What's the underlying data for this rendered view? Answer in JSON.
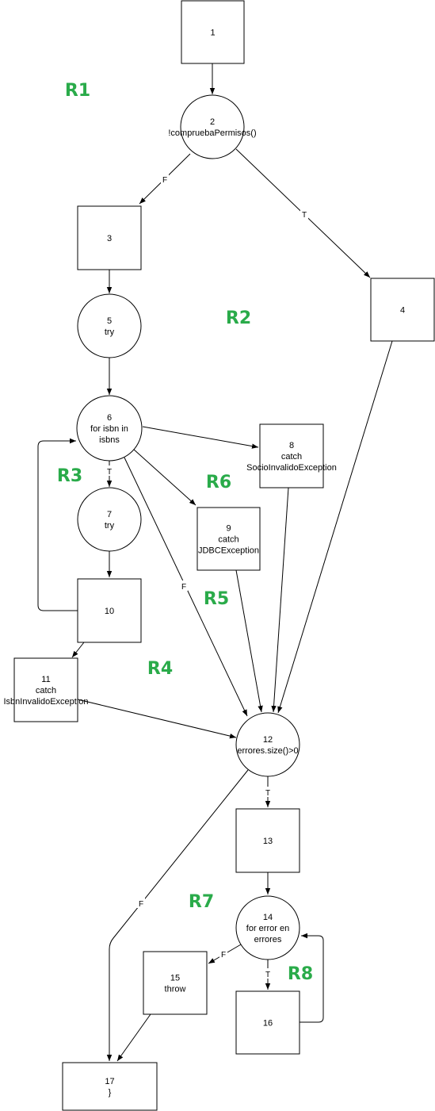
{
  "colors": {
    "region": "#2aab4a",
    "stroke": "#000000",
    "fill": "#ffffff"
  },
  "nodes": [
    {
      "id": "n1",
      "shape": "rect",
      "lines": [
        "1"
      ]
    },
    {
      "id": "n2",
      "shape": "circle",
      "lines": [
        "2",
        "!compruebaPermisos()"
      ]
    },
    {
      "id": "n3",
      "shape": "rect",
      "lines": [
        "3"
      ]
    },
    {
      "id": "n4",
      "shape": "rect",
      "lines": [
        "4"
      ]
    },
    {
      "id": "n5",
      "shape": "circle",
      "lines": [
        "5",
        "try"
      ]
    },
    {
      "id": "n6",
      "shape": "circle",
      "lines": [
        "6",
        "for isbn in",
        "isbns"
      ]
    },
    {
      "id": "n7",
      "shape": "circle",
      "lines": [
        "7",
        "try"
      ]
    },
    {
      "id": "n8",
      "shape": "rect",
      "lines": [
        "8",
        "catch",
        "SocioInvalidoException"
      ]
    },
    {
      "id": "n9",
      "shape": "rect",
      "lines": [
        "9",
        "catch",
        "JDBCException"
      ]
    },
    {
      "id": "n10",
      "shape": "rect",
      "lines": [
        "10"
      ]
    },
    {
      "id": "n11",
      "shape": "rect",
      "lines": [
        "11",
        "catch",
        "IsbnInvalidoException"
      ]
    },
    {
      "id": "n12",
      "shape": "circle",
      "lines": [
        "12",
        "errores.size()>0"
      ]
    },
    {
      "id": "n13",
      "shape": "rect",
      "lines": [
        "13"
      ]
    },
    {
      "id": "n14",
      "shape": "circle",
      "lines": [
        "14",
        "for error en",
        "errores"
      ]
    },
    {
      "id": "n15",
      "shape": "rect",
      "lines": [
        "15",
        "throw"
      ]
    },
    {
      "id": "n16",
      "shape": "rect",
      "lines": [
        "16"
      ]
    },
    {
      "id": "n17",
      "shape": "rect",
      "lines": [
        "17",
        "}"
      ]
    }
  ],
  "edges": [
    {
      "id": "e1",
      "from": "n1",
      "to": "n2",
      "label": ""
    },
    {
      "id": "e2",
      "from": "n2",
      "to": "n3",
      "label": "F"
    },
    {
      "id": "e3",
      "from": "n2",
      "to": "n4",
      "label": "T"
    },
    {
      "id": "e4",
      "from": "n3",
      "to": "n5",
      "label": ""
    },
    {
      "id": "e5",
      "from": "n5",
      "to": "n6",
      "label": ""
    },
    {
      "id": "e6",
      "from": "n6",
      "to": "n7",
      "label": "T"
    },
    {
      "id": "e7",
      "from": "n6",
      "to": "n8",
      "label": ""
    },
    {
      "id": "e8",
      "from": "n6",
      "to": "n9",
      "label": ""
    },
    {
      "id": "e9",
      "from": "n6",
      "to": "n12",
      "label": "F"
    },
    {
      "id": "e10",
      "from": "n7",
      "to": "n10",
      "label": ""
    },
    {
      "id": "e11",
      "from": "n10",
      "to": "n6",
      "label": ""
    },
    {
      "id": "e12",
      "from": "n10",
      "to": "n11",
      "label": ""
    },
    {
      "id": "e13",
      "from": "n11",
      "to": "n12",
      "label": ""
    },
    {
      "id": "e14",
      "from": "n9",
      "to": "n12",
      "label": ""
    },
    {
      "id": "e15",
      "from": "n8",
      "to": "n12",
      "label": ""
    },
    {
      "id": "e16",
      "from": "n4",
      "to": "n12",
      "label": ""
    },
    {
      "id": "e17",
      "from": "n12",
      "to": "n13",
      "label": "T"
    },
    {
      "id": "e18",
      "from": "n12",
      "to": "n17",
      "label": "F"
    },
    {
      "id": "e19",
      "from": "n13",
      "to": "n14",
      "label": ""
    },
    {
      "id": "e20",
      "from": "n14",
      "to": "n15",
      "label": "F"
    },
    {
      "id": "e21",
      "from": "n14",
      "to": "n16",
      "label": "T"
    },
    {
      "id": "e22",
      "from": "n16",
      "to": "n14",
      "label": ""
    },
    {
      "id": "e23",
      "from": "n15",
      "to": "n17",
      "label": ""
    }
  ],
  "regions": [
    {
      "id": "r1",
      "label": "R1"
    },
    {
      "id": "r2",
      "label": "R2"
    },
    {
      "id": "r3",
      "label": "R3"
    },
    {
      "id": "r4",
      "label": "R4"
    },
    {
      "id": "r5",
      "label": "R5"
    },
    {
      "id": "r6",
      "label": "R6"
    },
    {
      "id": "r7",
      "label": "R7"
    },
    {
      "id": "r8",
      "label": "R8"
    }
  ]
}
